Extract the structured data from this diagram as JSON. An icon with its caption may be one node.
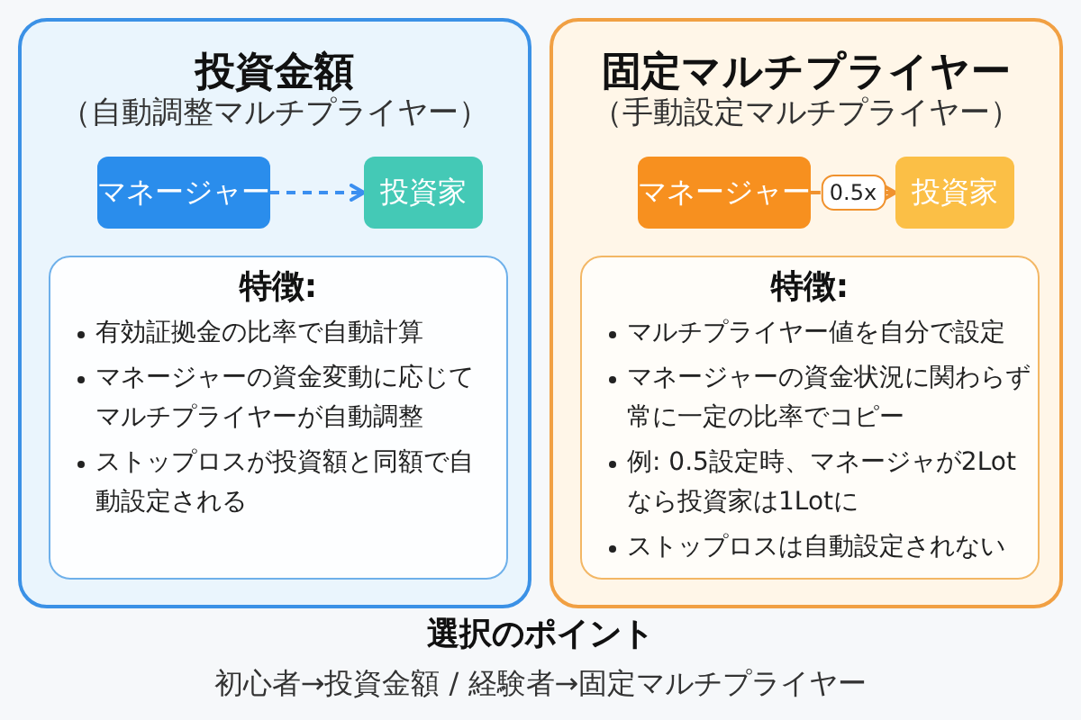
{
  "diagram": {
    "nodes": [
      {
        "text": [
          "投資金額",
          "（自動調整マルチプライヤー）"
        ]
      },
      {
        "text": [
          "マネージャー"
        ],
        "in": 0
      },
      {
        "text": [
          "投資家"
        ],
        "in": 0
      },
      {
        "text": [
          "特徴:",
          "有効証拠金の比率で自動計算",
          "マネージャーの資金変動に応じてマルチプライヤーが自動調整",
          "ストップロスが投資額と同額で自動設定される"
        ],
        "in": 0
      },
      {
        "text": [
          "固定マルチプライヤー",
          "（手動設定マルチプライヤー）"
        ]
      },
      {
        "text": [
          "マネージャー"
        ],
        "in": 4
      },
      {
        "text": [
          "投資家"
        ],
        "in": 4
      },
      {
        "text": [
          "特徴:",
          "マルチプライヤー値を自分で設定",
          "マネージャーの資金状況に関わらず常に一定の比率でコピー",
          "例: 0.5設定時、マネージャが2Lotなら投資家は1Lotに",
          "ストップロスは自動設定されない"
        ],
        "in": 4
      }
    ],
    "edges": [
      {
        "from": 1,
        "to": 2,
        "arrow": "to",
        "style": "dashed",
        "color": "#3b8ff0"
      },
      {
        "from": 5,
        "to": 6,
        "arrow": "to",
        "label": "0.5x",
        "color": "#f0922e"
      }
    ],
    "labels": [
      "選択のポイント",
      "初心者→投資金額 / 経験者→固定マルチプライヤー"
    ]
  }
}
